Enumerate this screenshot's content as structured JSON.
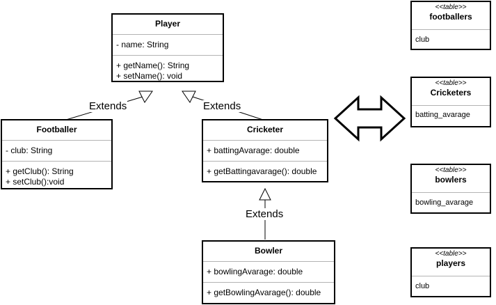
{
  "classes": {
    "player": {
      "name": "Player",
      "attributes": [
        "- name: String"
      ],
      "methods": [
        "+ getName(): String",
        "+ setName(): void"
      ]
    },
    "footballer": {
      "name": "Footballer",
      "attributes": [
        "- club: String"
      ],
      "methods": [
        "+ getClub(): String",
        "+ setClub():void"
      ]
    },
    "cricketer": {
      "name": "Cricketer",
      "attributes": [
        "+ battingAvarage: double"
      ],
      "methods": [
        "+ getBattingavarage(): double"
      ]
    },
    "bowler": {
      "name": "Bowler",
      "attributes": [
        "+ bowlingAvarage: double"
      ],
      "methods": [
        "+ getBowlingAvarage(): double"
      ]
    }
  },
  "relations": {
    "footballer_extends_player": "Extends",
    "cricketer_extends_player": "Extends",
    "bowler_extends_cricketer": "Extends"
  },
  "tables": {
    "footballers": {
      "stereotype": "<<table>>",
      "name": "footballers",
      "column": "club"
    },
    "cricketers": {
      "stereotype": "<<table>>",
      "name": "Cricketers",
      "column": "batting_avarage"
    },
    "bowlers": {
      "stereotype": "<<table>>",
      "name": "bowlers",
      "column": "bowling_avarage"
    },
    "players": {
      "stereotype": "<<table>>",
      "name": "players",
      "column": "club"
    }
  },
  "colors": {
    "border": "#000000",
    "divider": "#b3b3b3",
    "background": "#ffffff"
  },
  "icons": {
    "mapping_arrow": "double-headed-arrow-icon"
  }
}
